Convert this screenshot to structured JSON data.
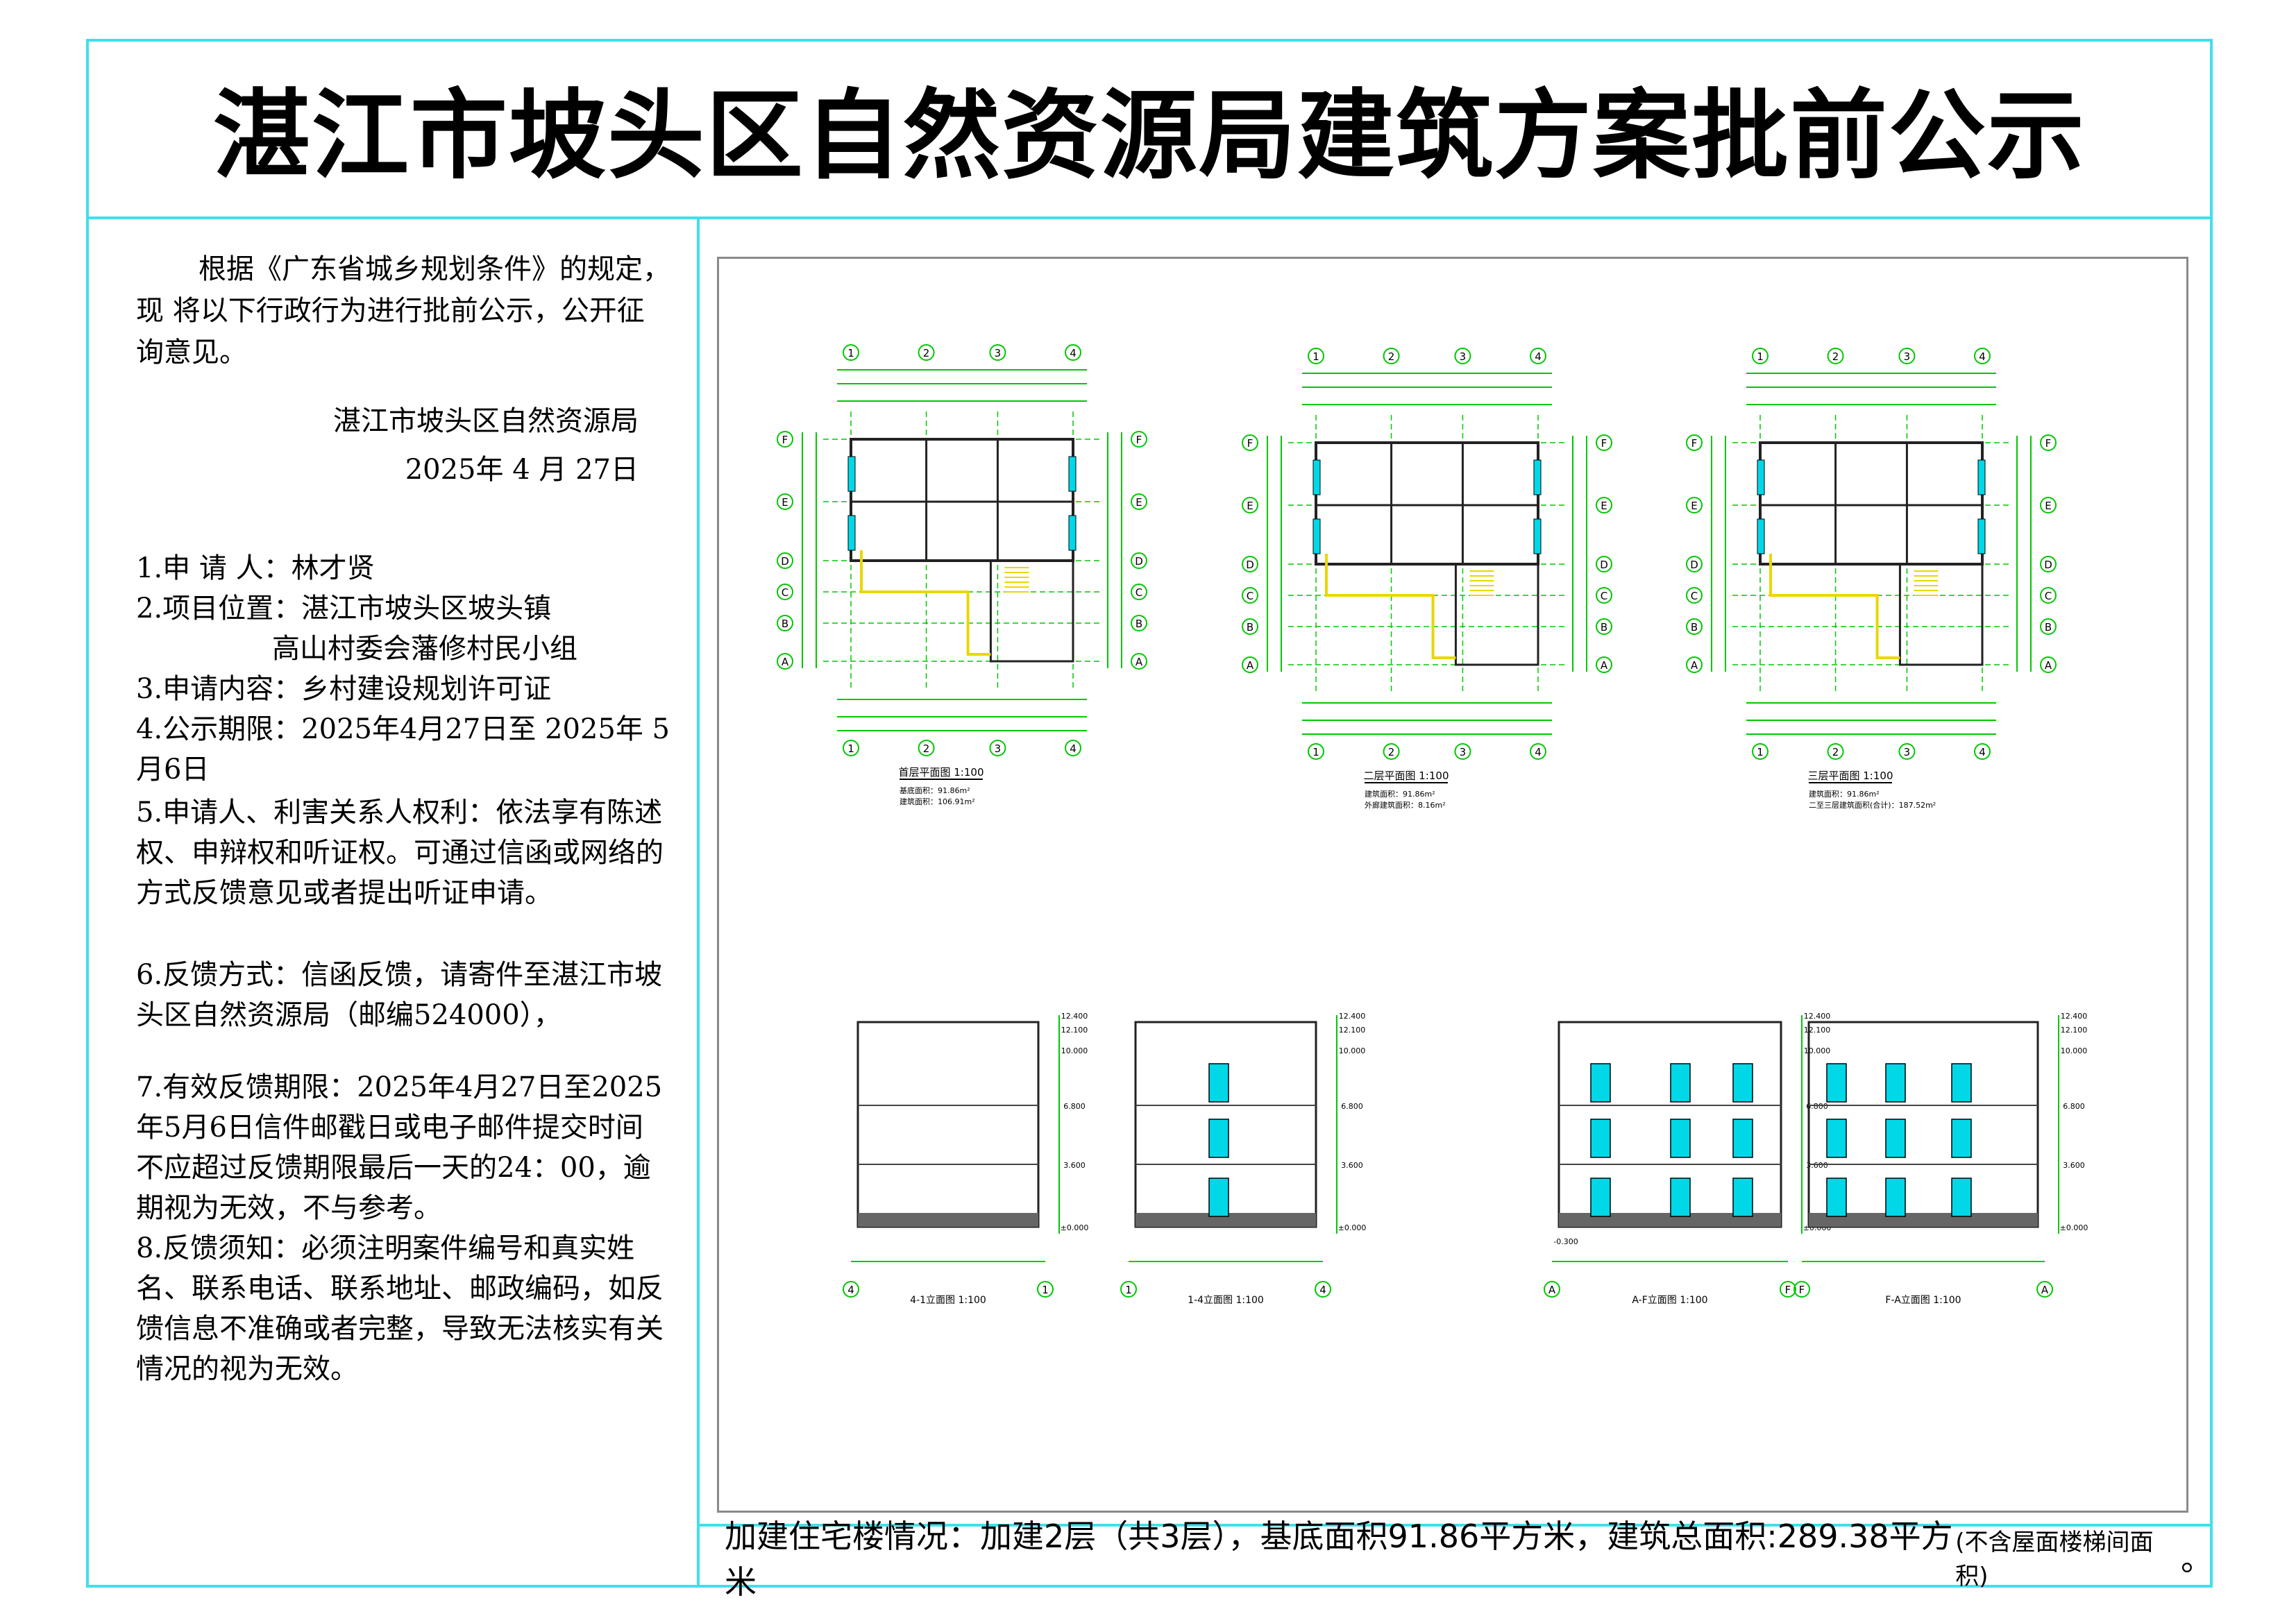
{
  "title": "湛江市坡头区自然资源局建筑方案批前公示",
  "intro": {
    "paragraph": "根据《广东省城乡规划条件》的规定，现 将以下行政行为进行批前公示，公开征询意见。",
    "agency": "湛江市坡头区自然资源局",
    "date": "2025年 4 月 27日"
  },
  "items": [
    {
      "label": "1.申 请 人：",
      "value": "林才贤"
    },
    {
      "label": "2.项目位置：",
      "value": "湛江市坡头区坡头镇",
      "value2": "高山村委会藩修村民小组"
    },
    {
      "label": "3.申请内容：",
      "value": "乡村建设规划许可证"
    },
    {
      "label": "4.公示期限：",
      "value": "2025年4月27日至 2025年 5 月6日"
    },
    {
      "label": "5.",
      "value": "申请人、利害关系人权利：依法享有陈述权、申辩权和听证权。可通过信函或网络的方式反馈意见或者提出听证申请。"
    },
    {
      "label": "6.",
      "value": "反馈方式：信函反馈，请寄件至湛江市坡头区自然资源局（邮编524000），"
    },
    {
      "label": "7.",
      "value": "有效反馈期限：2025年4月27日至2025年5月6日信件邮戳日或电子邮件提交时间不应超过反馈期限最后一天的24：00，逾期视为无效，不与参考。"
    },
    {
      "label": "8.",
      "value": "反馈须知：必须注明案件编号和真实姓名、联系电话、联系地址、邮政编码，如反馈信息不准确或者完整，导致无法核实有关情况的视为无效。"
    }
  ],
  "footer": {
    "main": "加建住宅楼情况：加建2层（共3层），基底面积91.86平方米，建筑总面积:289.38平方米",
    "small": "(不含屋面楼梯间面积)",
    "end": "。"
  },
  "drawing": {
    "plans": [
      {
        "title": "首层平面图 1:100",
        "note1": "基底面积：91.86m²",
        "note2": "建筑面积：106.91m²"
      },
      {
        "title": "二层平面图 1:100",
        "note1": "建筑面积：91.86m²",
        "note2": "外廊建筑面积：8.16m²"
      },
      {
        "title": "三层平面图 1:100",
        "note1": "建筑面积：91.86m²",
        "note2": "二至三层建筑面积(合计)：187.52m²"
      }
    ],
    "elevations": [
      {
        "title": "4-1立面图 1:100",
        "left_axis": "4",
        "right_axis": "1"
      },
      {
        "title": "1-4立面图 1:100",
        "left_axis": "1",
        "right_axis": "4"
      },
      {
        "title": "A-F立面图 1:100",
        "left_axis": "A",
        "right_axis": "F"
      },
      {
        "title": "F-A立面图 1:100",
        "left_axis": "F",
        "right_axis": "A"
      }
    ],
    "levels": [
      "12.400",
      "12.100",
      "10.000",
      "6.800",
      "3.600",
      "±0.000",
      "-0.300"
    ],
    "axes_numbers": [
      "1",
      "2",
      "3",
      "4"
    ],
    "axes_letters": [
      "F",
      "E",
      "D",
      "C",
      "B",
      "A"
    ]
  },
  "colors": {
    "frame": "#3fe0ea",
    "cad_green": "#00c800",
    "cad_cyan": "#00d8e8",
    "cad_yellow": "#e8d800"
  }
}
